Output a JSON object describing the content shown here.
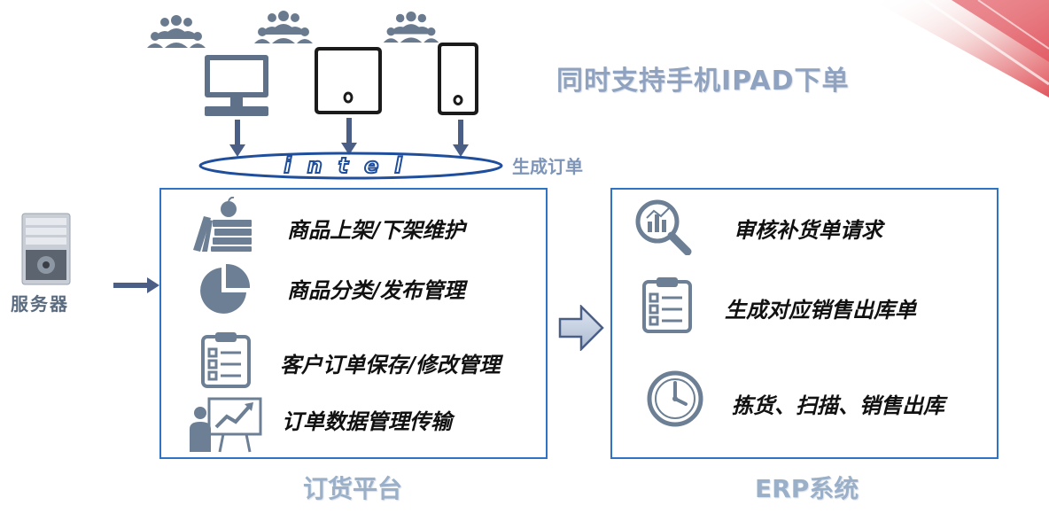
{
  "header": {
    "title": "同时支持手机IPAD下单",
    "intel_logo_text": "intel",
    "generate_order_label": "生成订单"
  },
  "server": {
    "label": "服务器"
  },
  "ordering_platform": {
    "caption": "订货平台",
    "items": [
      {
        "label": "商品上架/下架维护",
        "icon": "books-apple-icon"
      },
      {
        "label": "商品分类/发布管理",
        "icon": "pie-chart-icon"
      },
      {
        "label": "客户订单保存/修改管理",
        "icon": "clipboard-checklist-icon"
      },
      {
        "label": "订单数据管理传输",
        "icon": "presentation-chart-icon"
      }
    ]
  },
  "erp_system": {
    "caption": "ERP系统",
    "items": [
      {
        "label": "审核补货单请求",
        "icon": "magnifier-chart-icon"
      },
      {
        "label": "生成对应销售出库单",
        "icon": "clipboard-checklist-icon"
      },
      {
        "label": "拣货、扫描、销售出库",
        "icon": "clock-icon"
      }
    ]
  },
  "colors": {
    "panel_border": "#2f73c5",
    "icon_gray": "#6d7f94",
    "caption": "#9aafc8",
    "arrow": "#4a5e86"
  }
}
